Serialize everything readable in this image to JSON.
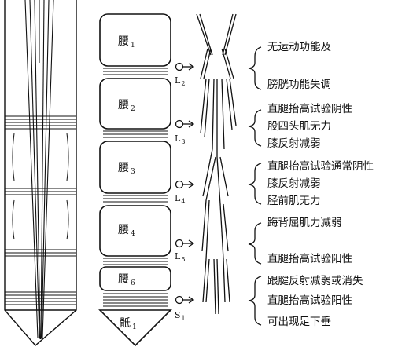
{
  "vertebrae": [
    {
      "name": "腰",
      "sub": "1"
    },
    {
      "name": "腰",
      "sub": "2"
    },
    {
      "name": "腰",
      "sub": "3"
    },
    {
      "name": "腰",
      "sub": "4"
    },
    {
      "name": "腰",
      "sub": "6"
    },
    {
      "name": "骶",
      "sub": "1"
    }
  ],
  "roots": [
    {
      "name": "L",
      "sub": "2"
    },
    {
      "name": "L",
      "sub": "3"
    },
    {
      "name": "L",
      "sub": "4"
    },
    {
      "name": "L",
      "sub": "5"
    },
    {
      "name": "S",
      "sub": "1"
    }
  ],
  "groups": [
    {
      "lines": [
        "无运动功能及",
        "膀胱功能失调"
      ]
    },
    {
      "lines": [
        "直腿抬高试验阴性",
        "股四头肌无力",
        "膝反射减弱"
      ]
    },
    {
      "lines": [
        "直腿抬高试验通常阴性",
        "膝反射减弱",
        "胫前肌无力"
      ]
    },
    {
      "lines": [
        "踇背屈肌力减弱",
        "直腿抬高试验阳性"
      ]
    },
    {
      "lines": [
        "跟腱反射减弱或消失",
        "直腿抬高试验阳性",
        "可出现足下垂"
      ]
    }
  ]
}
